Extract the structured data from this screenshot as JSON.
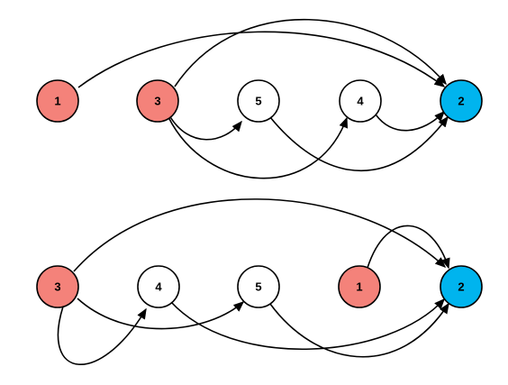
{
  "colors": {
    "source": "#F4827A",
    "sink": "#00B4EE",
    "plain": "#FFFFFF",
    "stroke": "#000000"
  },
  "graphs": [
    {
      "id": "graph-top",
      "nodes": [
        {
          "key": "n1",
          "label": "1",
          "role": "source"
        },
        {
          "key": "n3",
          "label": "3",
          "role": "source"
        },
        {
          "key": "n5",
          "label": "5",
          "role": "plain"
        },
        {
          "key": "n4",
          "label": "4",
          "role": "plain"
        },
        {
          "key": "n2",
          "label": "2",
          "role": "sink"
        }
      ],
      "edges": [
        {
          "from": "1",
          "to": "2"
        },
        {
          "from": "3",
          "to": "2"
        },
        {
          "from": "3",
          "to": "5"
        },
        {
          "from": "3",
          "to": "4"
        },
        {
          "from": "5",
          "to": "2"
        },
        {
          "from": "4",
          "to": "2"
        }
      ]
    },
    {
      "id": "graph-bottom",
      "nodes": [
        {
          "key": "n3",
          "label": "3",
          "role": "source"
        },
        {
          "key": "n4",
          "label": "4",
          "role": "plain"
        },
        {
          "key": "n5",
          "label": "5",
          "role": "plain"
        },
        {
          "key": "n1",
          "label": "1",
          "role": "source"
        },
        {
          "key": "n2",
          "label": "2",
          "role": "sink"
        }
      ],
      "edges": [
        {
          "from": "3",
          "to": "2"
        },
        {
          "from": "3",
          "to": "4"
        },
        {
          "from": "3",
          "to": "5"
        },
        {
          "from": "1",
          "to": "2"
        },
        {
          "from": "4",
          "to": "2"
        },
        {
          "from": "5",
          "to": "2"
        }
      ]
    }
  ]
}
